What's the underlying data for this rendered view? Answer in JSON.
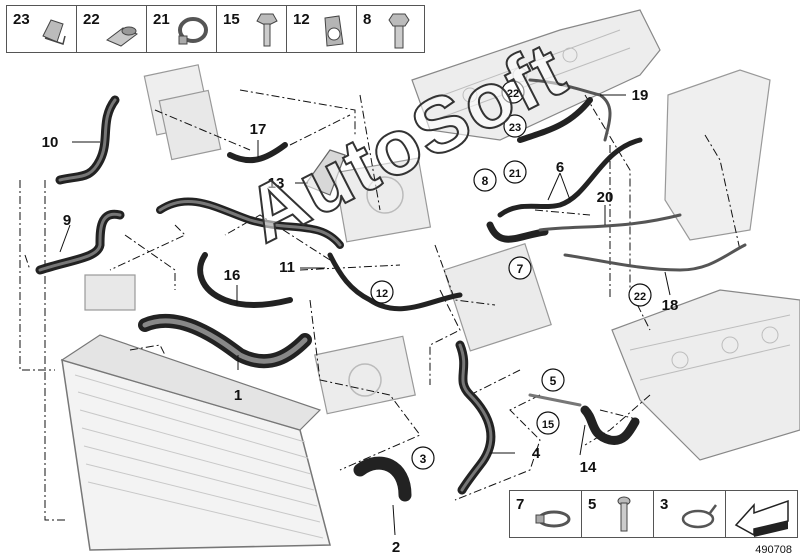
{
  "top_parts": [
    {
      "number": "23",
      "icon": "clip-icon"
    },
    {
      "number": "22",
      "icon": "hose-clip-icon"
    },
    {
      "number": "21",
      "icon": "hose-clamp-icon"
    },
    {
      "number": "15",
      "icon": "collar-screw-icon"
    },
    {
      "number": "12",
      "icon": "bracket-clip-icon"
    },
    {
      "number": "8",
      "icon": "hex-bolt-icon"
    }
  ],
  "bottom_parts": [
    {
      "number": "7",
      "icon": "worm-clamp-icon"
    },
    {
      "number": "5",
      "icon": "screw-icon"
    },
    {
      "number": "3",
      "icon": "spring-clamp-icon"
    },
    {
      "number": "",
      "icon": "arrow-symbol-icon"
    }
  ],
  "callouts": [
    {
      "label": "1",
      "circled": false
    },
    {
      "label": "2",
      "circled": false
    },
    {
      "label": "3",
      "circled": true
    },
    {
      "label": "4",
      "circled": false
    },
    {
      "label": "5",
      "circled": true
    },
    {
      "label": "6",
      "circled": false
    },
    {
      "label": "7",
      "circled": true
    },
    {
      "label": "8",
      "circled": true
    },
    {
      "label": "9",
      "circled": false
    },
    {
      "label": "10",
      "circled": false
    },
    {
      "label": "11",
      "circled": false
    },
    {
      "label": "12",
      "circled": true
    },
    {
      "label": "13",
      "circled": false
    },
    {
      "label": "14",
      "circled": false
    },
    {
      "label": "15",
      "circled": true
    },
    {
      "label": "16",
      "circled": false
    },
    {
      "label": "17",
      "circled": false
    },
    {
      "label": "18",
      "circled": false
    },
    {
      "label": "19",
      "circled": false
    },
    {
      "label": "20",
      "circled": false
    },
    {
      "label": "21",
      "circled": true
    },
    {
      "label": "22",
      "circled": true
    },
    {
      "label": "22",
      "circled": true
    },
    {
      "label": "23",
      "circled": true
    }
  ],
  "watermark": "AutoSoft",
  "diagram_id": "490708"
}
